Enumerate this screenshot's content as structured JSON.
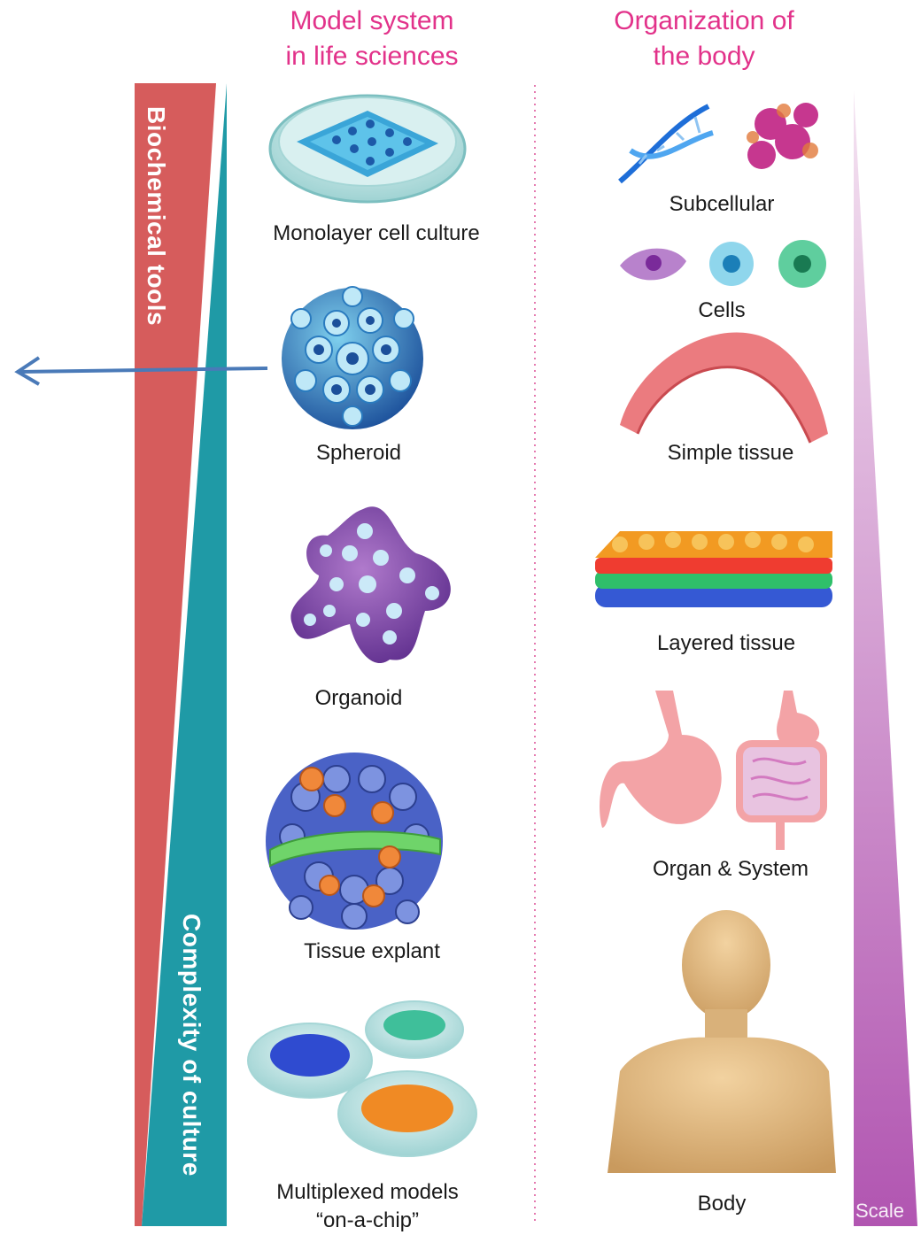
{
  "headers": {
    "model_system": [
      "Model system",
      "in life sciences"
    ],
    "organization": [
      "Organization of",
      "the body"
    ]
  },
  "bars": {
    "biochemical": "Biochemical tools",
    "complexity": "Complexity of culture",
    "scale": "Scale"
  },
  "models": [
    {
      "label": "Monolayer cell culture"
    },
    {
      "label": "Spheroid"
    },
    {
      "label": "Organoid"
    },
    {
      "label": "Tissue explant"
    },
    {
      "label": [
        "Multiplexed models",
        "“on-a-chip”"
      ]
    }
  ],
  "organization_levels": [
    {
      "label": "Subcellular"
    },
    {
      "label": "Cells"
    },
    {
      "label": "Simple tissue"
    },
    {
      "label": "Layered tissue"
    },
    {
      "label": "Organ & System"
    },
    {
      "label": "Body"
    }
  ],
  "colors": {
    "header": "#e2328a",
    "biochemical_bar": "#d65c5c",
    "complexity_bar": "#1f9aa6",
    "scale_bar_top": "#f2dcef",
    "scale_bar_bottom": "#b155b1",
    "arrow": "#4a7ab8",
    "divider": "#e57bb0"
  }
}
